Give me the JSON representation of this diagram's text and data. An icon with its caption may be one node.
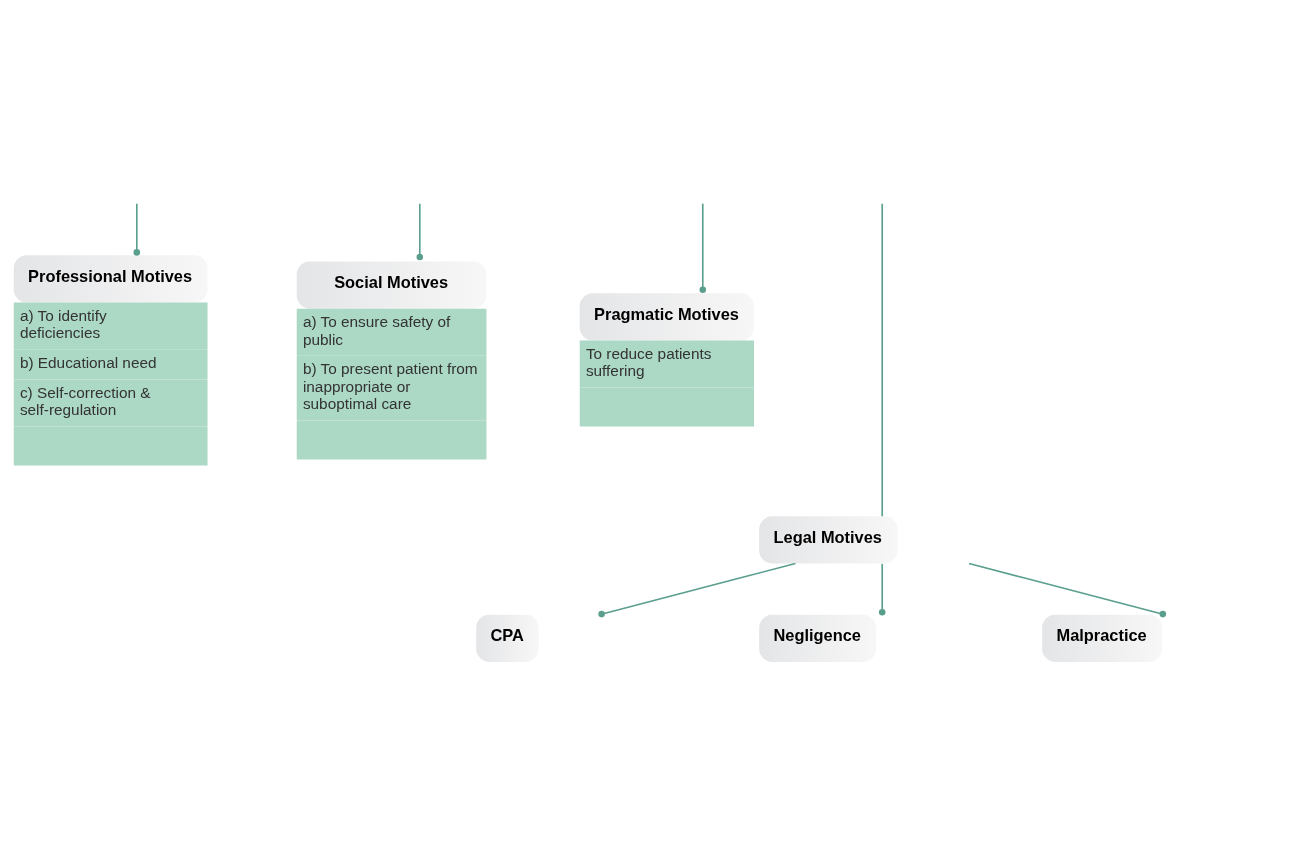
{
  "diagram": {
    "nodes": [
      {
        "text": [
          "Professional Motives",
          "a) To identify deficiencies",
          "b) Educational need",
          "c) Self-correction & self-regulation"
        ]
      },
      {
        "text": [
          "Social Motives",
          "a) To ensure safety of public",
          "b) To present patient from inappropriate or suboptimal care"
        ]
      },
      {
        "text": [
          "Pragmatic Motives",
          "To reduce patients suffering"
        ]
      },
      {
        "text": [
          "Legal Motives"
        ]
      },
      {
        "text": [
          "CPA"
        ]
      },
      {
        "text": [
          "Negligence"
        ]
      },
      {
        "text": [
          "Malpractice"
        ]
      }
    ],
    "edges": [
      {
        "from": null,
        "to": 0,
        "arrow": "other"
      },
      {
        "from": null,
        "to": 1,
        "arrow": "other"
      },
      {
        "from": null,
        "to": 2,
        "arrow": "other"
      },
      {
        "from": null,
        "to": 3,
        "arrow": "none"
      },
      {
        "from": 3,
        "to": 4,
        "arrow": "other"
      },
      {
        "from": 3,
        "to": 5,
        "arrow": "other"
      },
      {
        "from": 3,
        "to": 6,
        "arrow": "other"
      }
    ]
  }
}
